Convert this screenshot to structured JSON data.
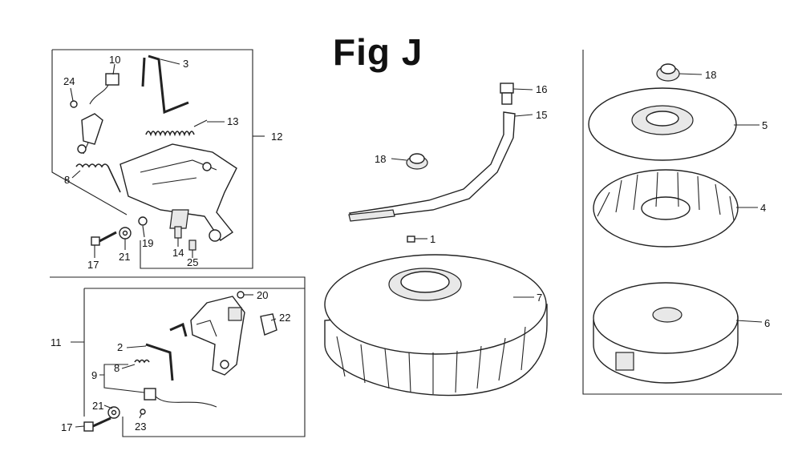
{
  "title": "Fig J",
  "callouts": [
    {
      "id": "c10",
      "label": "10"
    },
    {
      "id": "c3",
      "label": "3"
    },
    {
      "id": "c24",
      "label": "24"
    },
    {
      "id": "c13",
      "label": "13"
    },
    {
      "id": "c12",
      "label": "12"
    },
    {
      "id": "c8a",
      "label": "8"
    },
    {
      "id": "c19",
      "label": "19"
    },
    {
      "id": "c14",
      "label": "14"
    },
    {
      "id": "c25",
      "label": "25"
    },
    {
      "id": "c17a",
      "label": "17"
    },
    {
      "id": "c21a",
      "label": "21"
    },
    {
      "id": "c20",
      "label": "20"
    },
    {
      "id": "c22",
      "label": "22"
    },
    {
      "id": "c11",
      "label": "11"
    },
    {
      "id": "c2",
      "label": "2"
    },
    {
      "id": "c8b",
      "label": "8"
    },
    {
      "id": "c9",
      "label": "9"
    },
    {
      "id": "c21b",
      "label": "21"
    },
    {
      "id": "c17b",
      "label": "17"
    },
    {
      "id": "c23",
      "label": "23"
    },
    {
      "id": "c16",
      "label": "16"
    },
    {
      "id": "c15",
      "label": "15"
    },
    {
      "id": "c18a",
      "label": "18"
    },
    {
      "id": "c1",
      "label": "1"
    },
    {
      "id": "c7",
      "label": "7"
    },
    {
      "id": "c18b",
      "label": "18"
    },
    {
      "id": "c5",
      "label": "5"
    },
    {
      "id": "c4",
      "label": "4"
    },
    {
      "id": "c6",
      "label": "6"
    }
  ]
}
